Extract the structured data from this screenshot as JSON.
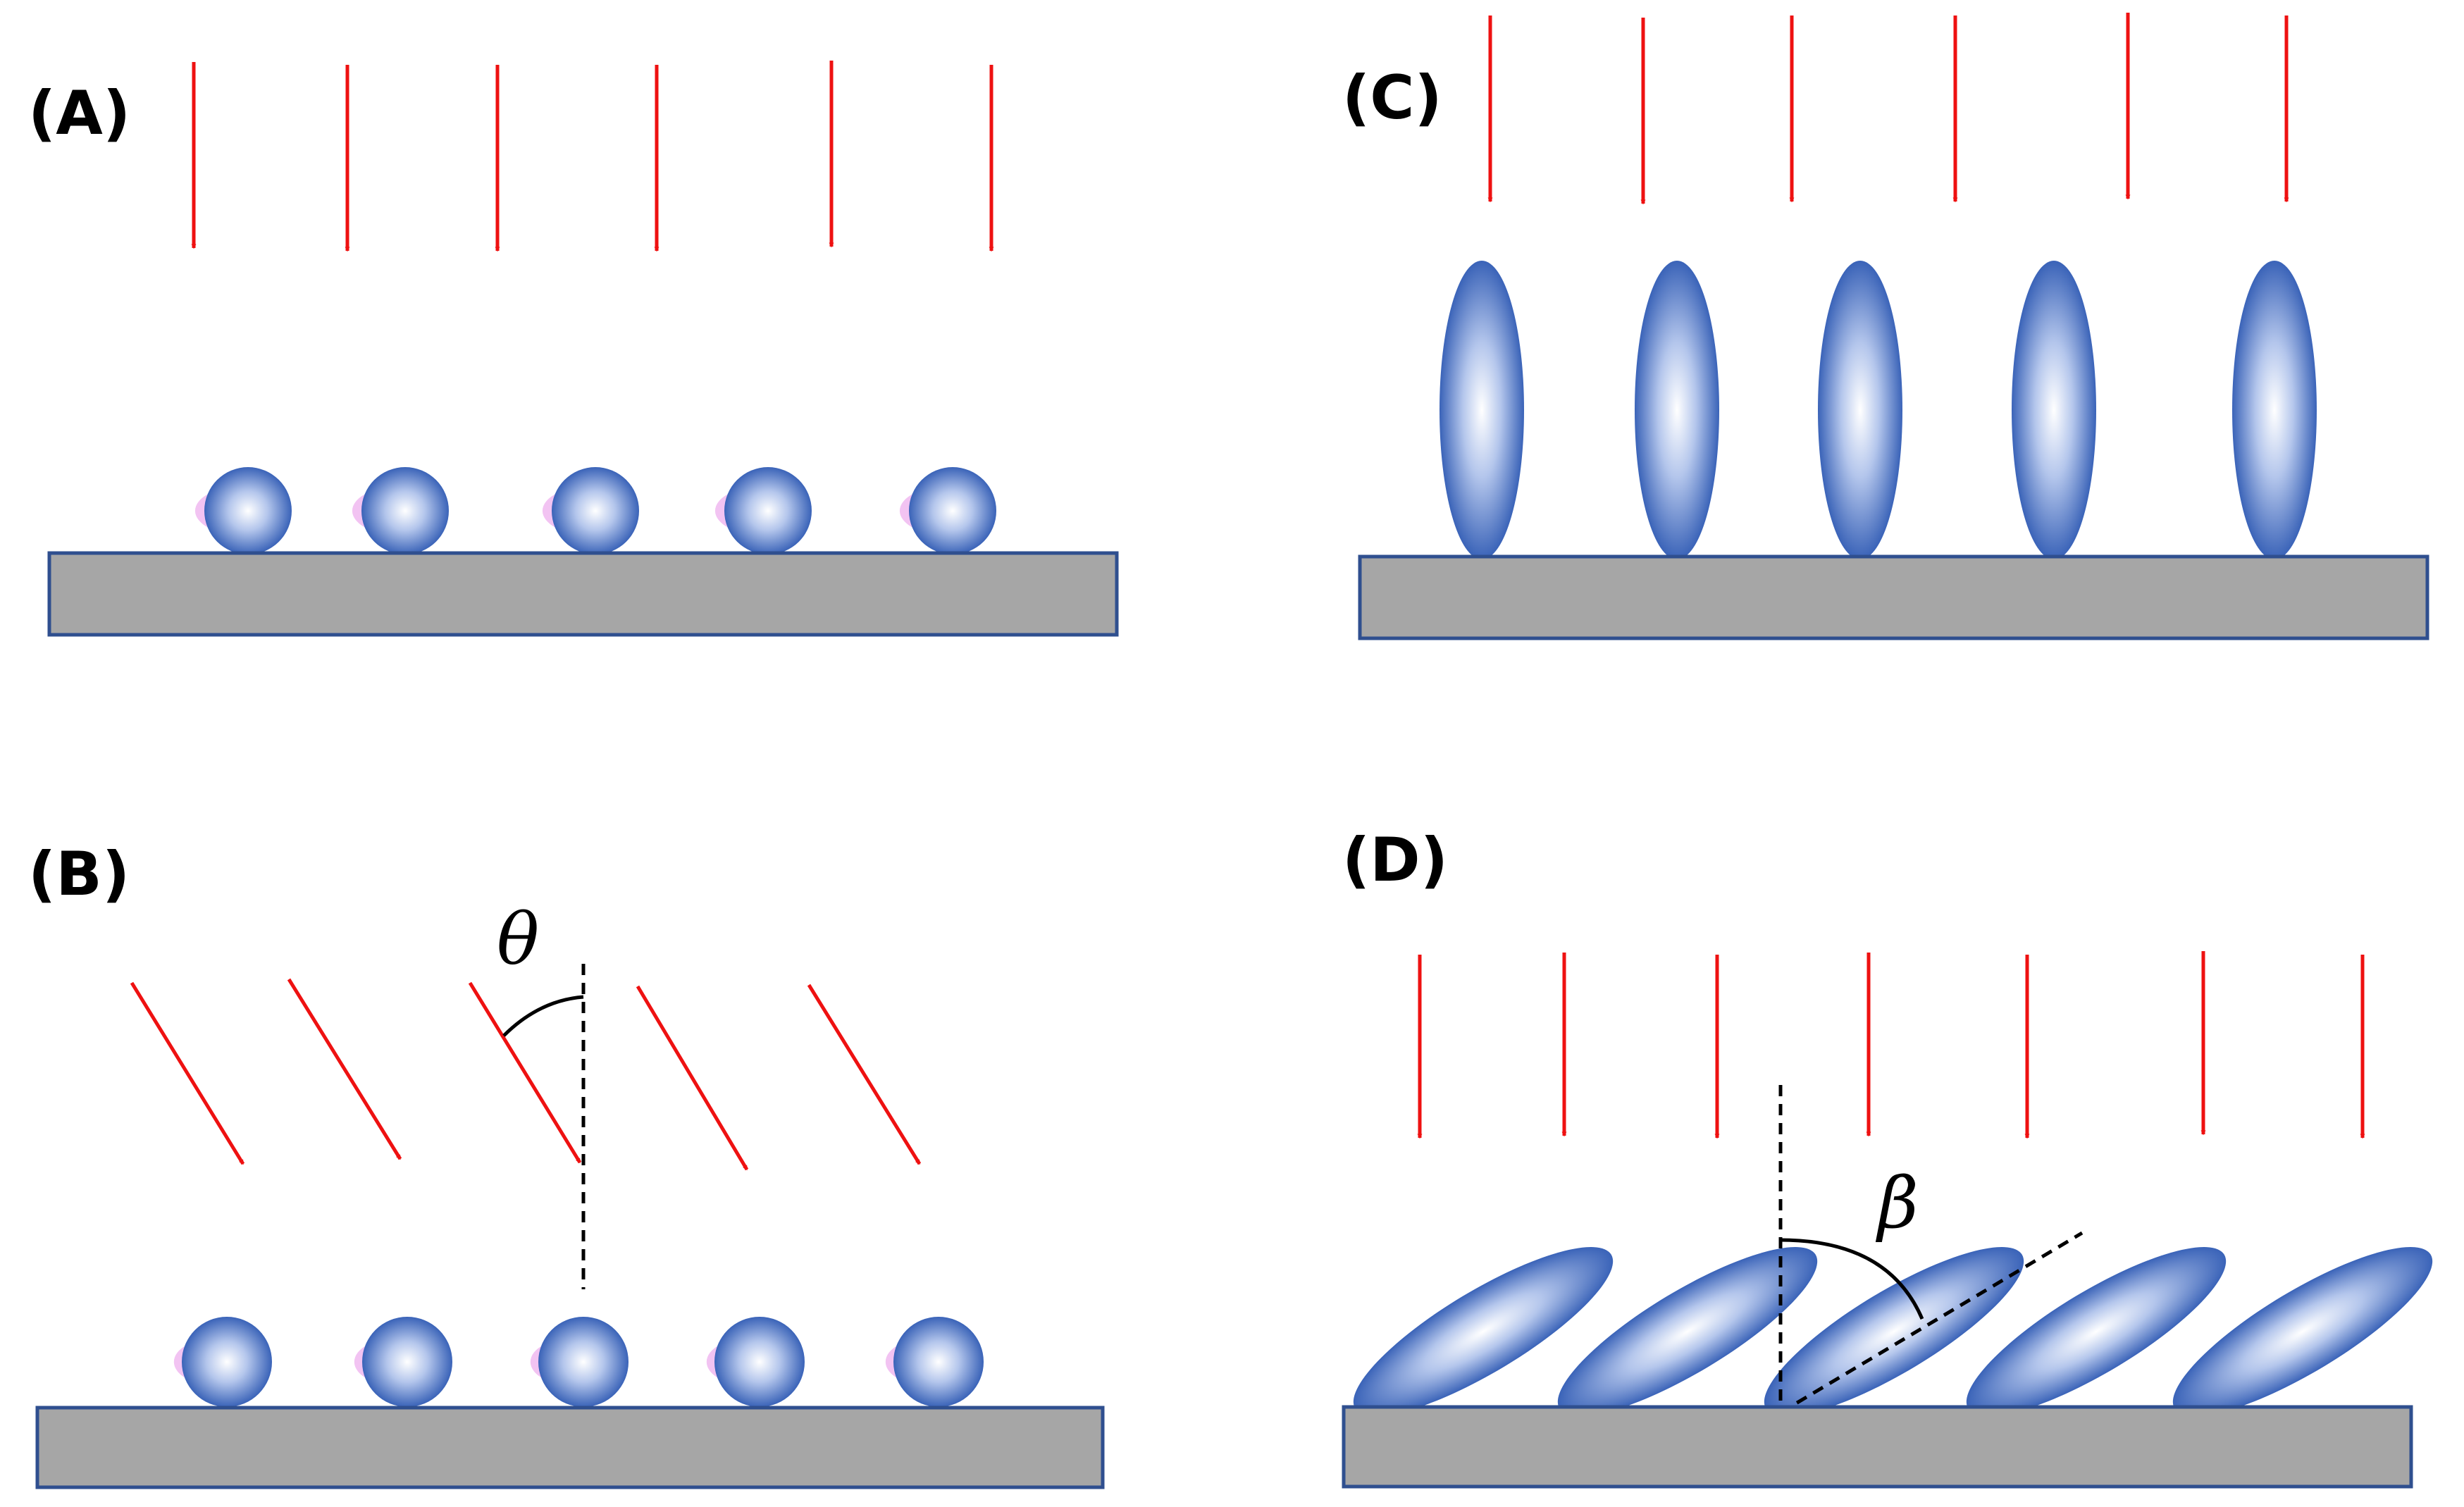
{
  "colors": {
    "arrow": "#ee1111",
    "substrate_fill": "#a6a6a6",
    "substrate_edge": "#2f4f8f",
    "particle_core": "#ffffff",
    "particle_edge": "#3a63b8",
    "particle_halo": "#f0b8f0"
  },
  "panels": [
    {
      "id": "A",
      "label": "(A)"
    },
    {
      "id": "B",
      "label": "(B)",
      "angle_symbol": "θ"
    },
    {
      "id": "C",
      "label": "(C)"
    },
    {
      "id": "D",
      "label": "(D)",
      "angle_symbol": "β"
    }
  ]
}
